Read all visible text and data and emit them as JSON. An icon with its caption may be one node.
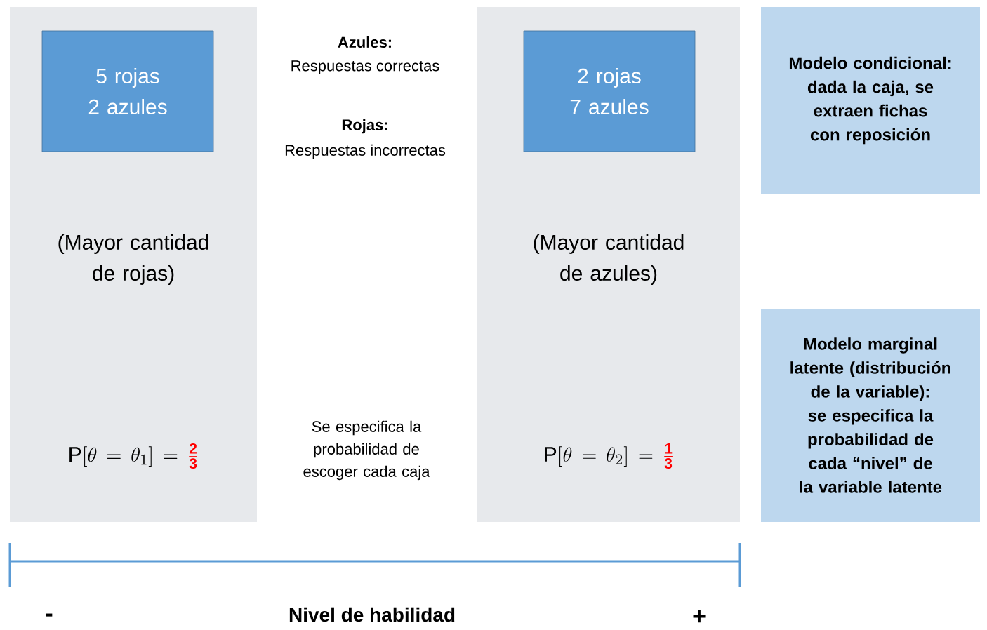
{
  "diagram": {
    "nodes": [
      {
        "text": [
          "(Mayor cantidad de rojas)",
          "\\mathrm{P}[\\theta = \\theta_{1}] = {\\color{red}\\mathbf{\\frac{2}{3}}}"
        ]
      },
      {
        "text": [
          "5 rojas 2 azules"
        ],
        "in": 0
      },
      {
        "text": [
          "(Mayor cantidad de azules)",
          "\\mathrm{P}[\\theta = \\theta_{2}] = {\\color{red}\\mathbf{\\frac{1}{3}}}"
        ]
      },
      {
        "text": [
          "2 rojas 7 azules"
        ],
        "in": 2
      },
      {
        "text": [
          "Modelo condicional: dada la caja, se extraen fichas con reposición"
        ]
      },
      {
        "text": [
          "Modelo marginal latente (distribución de la variable): se especifica la probabilidad de cada “nivel” de la variable latente"
        ]
      }
    ],
    "labels": [
      "Azules:",
      "Respuestas correctas",
      "Rojas:",
      "Respuestas incorrectas",
      "Se especifica la probabilidad de escoger cada caja",
      "-",
      "Nivel de habilidad",
      "+"
    ]
  }
}
